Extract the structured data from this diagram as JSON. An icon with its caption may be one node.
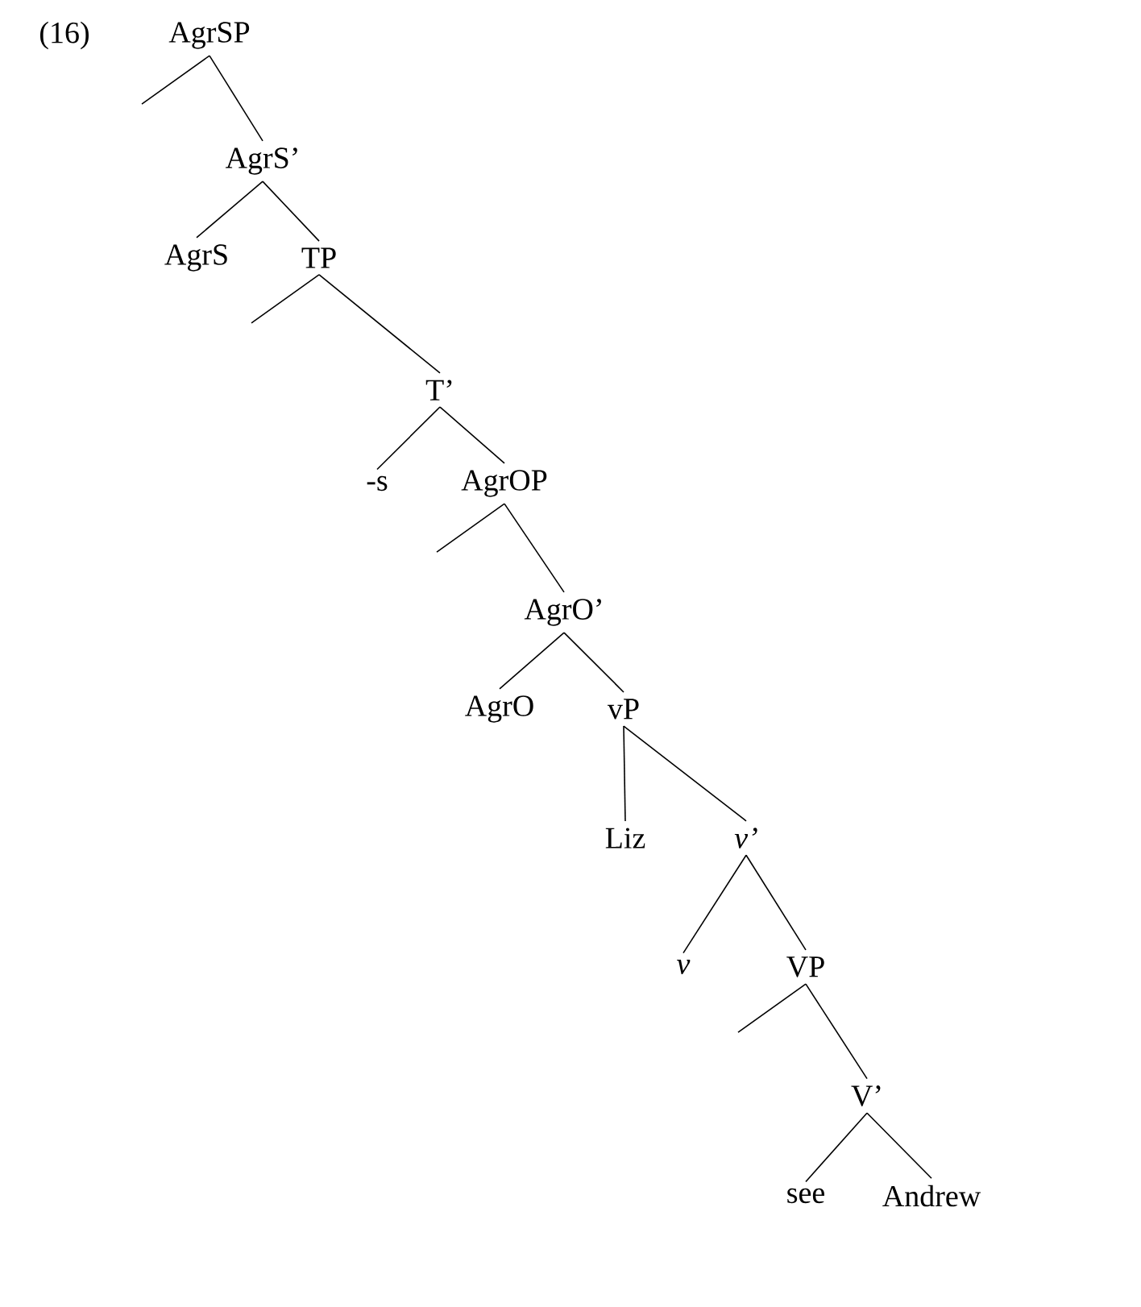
{
  "diagram": {
    "nodes": [
      {
        "text": [
          "AgrSP"
        ]
      },
      {
        "text": [
          "AgrS’"
        ]
      },
      {
        "text": [
          "AgrS"
        ]
      },
      {
        "text": [
          "TP"
        ]
      },
      {
        "text": [
          "T’"
        ]
      },
      {
        "text": [
          "-s"
        ]
      },
      {
        "text": [
          "AgrOP"
        ]
      },
      {
        "text": [
          "AgrO’"
        ]
      },
      {
        "text": [
          "AgrO"
        ]
      },
      {
        "text": [
          "vP"
        ]
      },
      {
        "text": [
          "Liz"
        ]
      },
      {
        "text": [
          "v’"
        ]
      },
      {
        "text": [
          "v"
        ]
      },
      {
        "text": [
          "VP"
        ]
      },
      {
        "text": [
          "V’"
        ]
      },
      {
        "text": [
          "see"
        ]
      },
      {
        "text": [
          "Andrew"
        ]
      }
    ],
    "edges": [
      {
        "from": 0,
        "to": null,
        "arrow": "none"
      },
      {
        "from": 0,
        "to": 1,
        "arrow": "none"
      },
      {
        "from": 1,
        "to": 2,
        "arrow": "none"
      },
      {
        "from": 1,
        "to": 3,
        "arrow": "none"
      },
      {
        "from": 3,
        "to": null,
        "arrow": "none"
      },
      {
        "from": 3,
        "to": 4,
        "arrow": "none"
      },
      {
        "from": 4,
        "to": 5,
        "arrow": "none"
      },
      {
        "from": 4,
        "to": 6,
        "arrow": "none"
      },
      {
        "from": 6,
        "to": null,
        "arrow": "none"
      },
      {
        "from": 6,
        "to": 7,
        "arrow": "none"
      },
      {
        "from": 7,
        "to": 8,
        "arrow": "none"
      },
      {
        "from": 7,
        "to": 9,
        "arrow": "none"
      },
      {
        "from": 9,
        "to": 10,
        "arrow": "none"
      },
      {
        "from": 9,
        "to": 11,
        "arrow": "none"
      },
      {
        "from": 11,
        "to": 12,
        "arrow": "none"
      },
      {
        "from": 11,
        "to": 13,
        "arrow": "none"
      },
      {
        "from": 13,
        "to": null,
        "arrow": "none"
      },
      {
        "from": 13,
        "to": 14,
        "arrow": "none"
      },
      {
        "from": 14,
        "to": 15,
        "arrow": "none"
      },
      {
        "from": 14,
        "to": 16,
        "arrow": "none"
      }
    ],
    "labels": [
      "(16)"
    ]
  }
}
